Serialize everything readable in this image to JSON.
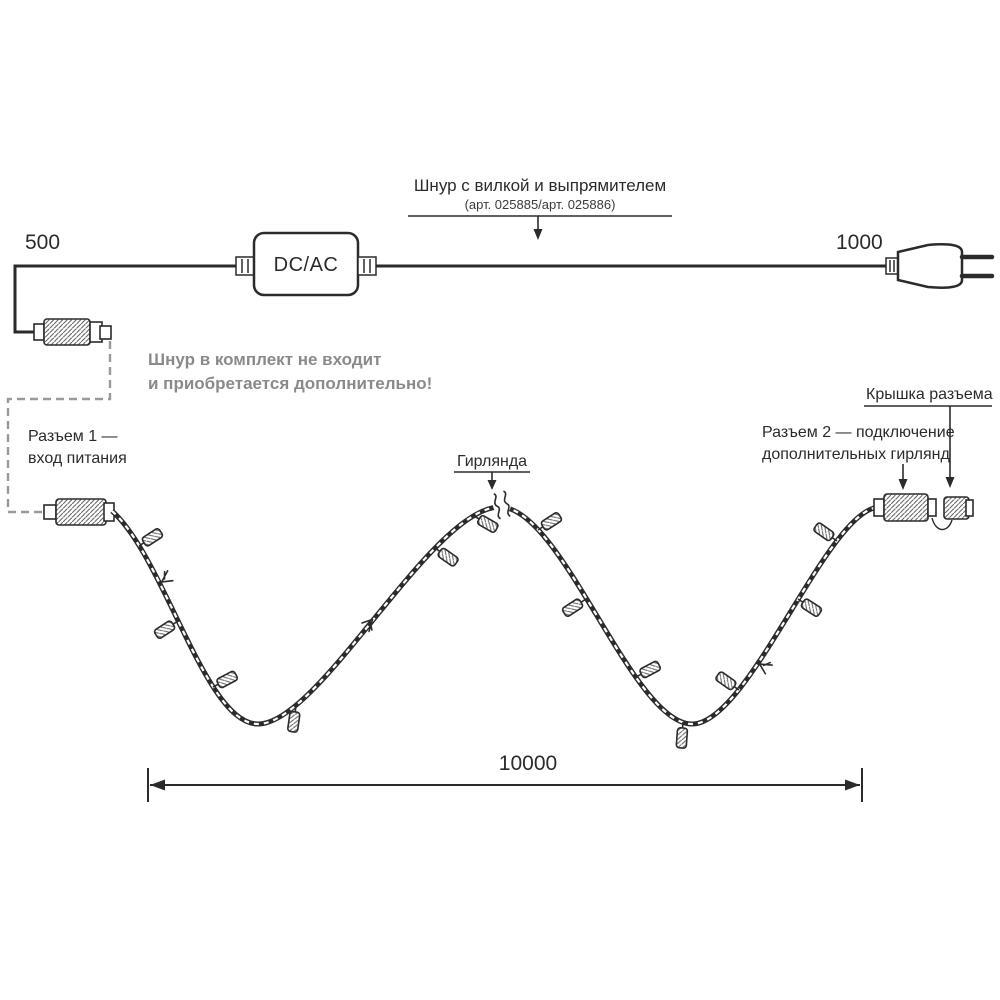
{
  "colors": {
    "line": "#2b2b2b",
    "note_gray": "#8a8a8a",
    "dashed_gray": "#9a9a9a",
    "background": "#ffffff"
  },
  "cord": {
    "title": "Шнур с вилкой и выпрямителем",
    "subtitle": "(арт. 025885/арт. 025886)",
    "left_length": "500",
    "right_length": "1000",
    "converter_label": "DC/AC",
    "note_line1": "Шнур в комплект не входит",
    "note_line2": "и приобретается дополнительно!"
  },
  "garland": {
    "connector1_line1": "Разъем 1 —",
    "connector1_line2": "вход питания",
    "garland_label": "Гирлянда",
    "connector2_line1": "Разъем 2 — подключение",
    "connector2_line2": "дополнительных гирлянд",
    "cap_label": "Крышка разъема",
    "total_length": "10000"
  }
}
